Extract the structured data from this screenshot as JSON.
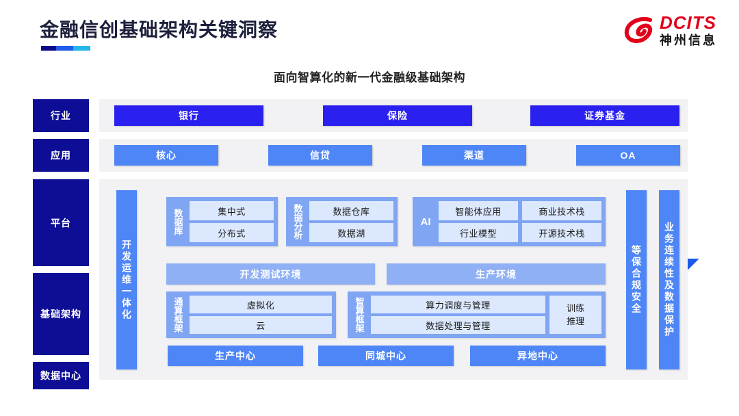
{
  "header": {
    "title": "金融信创基础架构关键洞察",
    "logo_en": "DCITS",
    "logo_cn": "神州信息",
    "logo_icon": "dcits-swirl-icon"
  },
  "subtitle": "面向智算化的新一代金融级基础架构",
  "layers": {
    "industry": "行业",
    "application": "应用",
    "platform": "平台",
    "infrastructure": "基础架构",
    "datacenter": "数据中心"
  },
  "industry_row": [
    {
      "label": "银行"
    },
    {
      "label": "保险"
    },
    {
      "label": "证券基金"
    }
  ],
  "application_row": [
    {
      "label": "核心"
    },
    {
      "label": "信贷"
    },
    {
      "label": "渠道"
    },
    {
      "label": "OA"
    }
  ],
  "devops_bar": "开发运维一体化",
  "compliance_bar": "等保合规安全",
  "continuity_bar": "业务连续性及数据保护",
  "platform_groups": {
    "database": {
      "title": "数据库",
      "cells": [
        "集中式",
        "分布式"
      ]
    },
    "analytics": {
      "title": "数据分析",
      "cells": [
        "数据仓库",
        "数据湖"
      ]
    },
    "ai": {
      "title": "AI",
      "cells": [
        "智能体应用",
        "商业技术栈",
        "行业模型",
        "开源技术栈"
      ]
    }
  },
  "environments": [
    {
      "label": "开发测试环境"
    },
    {
      "label": "生产环境"
    }
  ],
  "frameworks": {
    "general": {
      "title": "通算框架",
      "cells": [
        "虚拟化",
        "云"
      ]
    },
    "intelligent": {
      "title": "智算框架",
      "cells": [
        "算力调度与管理",
        "数据处理与管理"
      ],
      "side_cell_line1": "训练",
      "side_cell_line2": "推理"
    }
  },
  "datacenters": [
    {
      "label": "生产中心"
    },
    {
      "label": "同城中心"
    },
    {
      "label": "异地中心"
    }
  ],
  "colors": {
    "navy": "#0d0d96",
    "industry_blue": "#2a21f0",
    "app_blue": "#4e86f7",
    "group_blue": "#7fa5f3",
    "cell_blue": "#dbe8fd",
    "band_gray": "#f2f2f4",
    "brand_red": "#e2001a"
  }
}
